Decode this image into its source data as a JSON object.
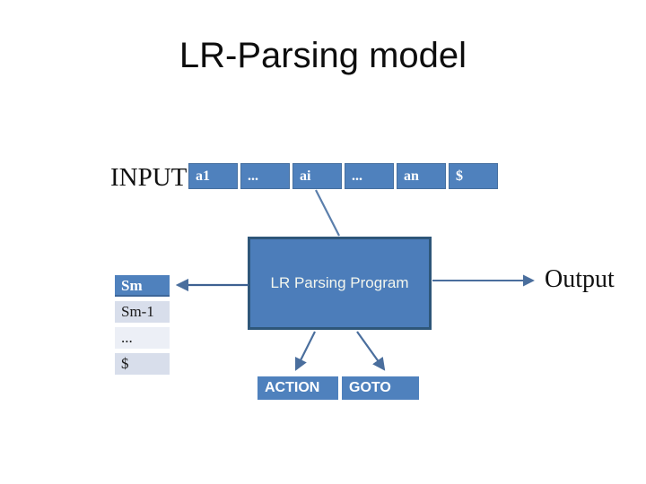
{
  "slide": {
    "title": "LR-Parsing model"
  },
  "input": {
    "label": "INPUT",
    "cells": [
      "a1",
      "...",
      "ai",
      "...",
      "an",
      "$"
    ]
  },
  "stack": {
    "rows": [
      {
        "label": "Sm",
        "variant": "header"
      },
      {
        "label": "Sm-1",
        "variant": "light"
      },
      {
        "label": "...",
        "variant": "lighter"
      },
      {
        "label": "$",
        "variant": "light"
      }
    ]
  },
  "program_box": {
    "label": "LR Parsing Program"
  },
  "bottom_tables": {
    "action_label": "ACTION",
    "goto_label": "GOTO"
  },
  "output": {
    "label": "Output"
  },
  "colors": {
    "cell_blue": "#4f81bd",
    "box_fill": "#4c7dba",
    "box_border": "#2e5679",
    "banded_row_light": "#d8deeb",
    "banded_row_lighter": "#eceff6",
    "connector_line": "#4a6e9d",
    "title_text": "#0d0d0d",
    "cell_text": "#ffffff",
    "background": "#ffffff"
  }
}
